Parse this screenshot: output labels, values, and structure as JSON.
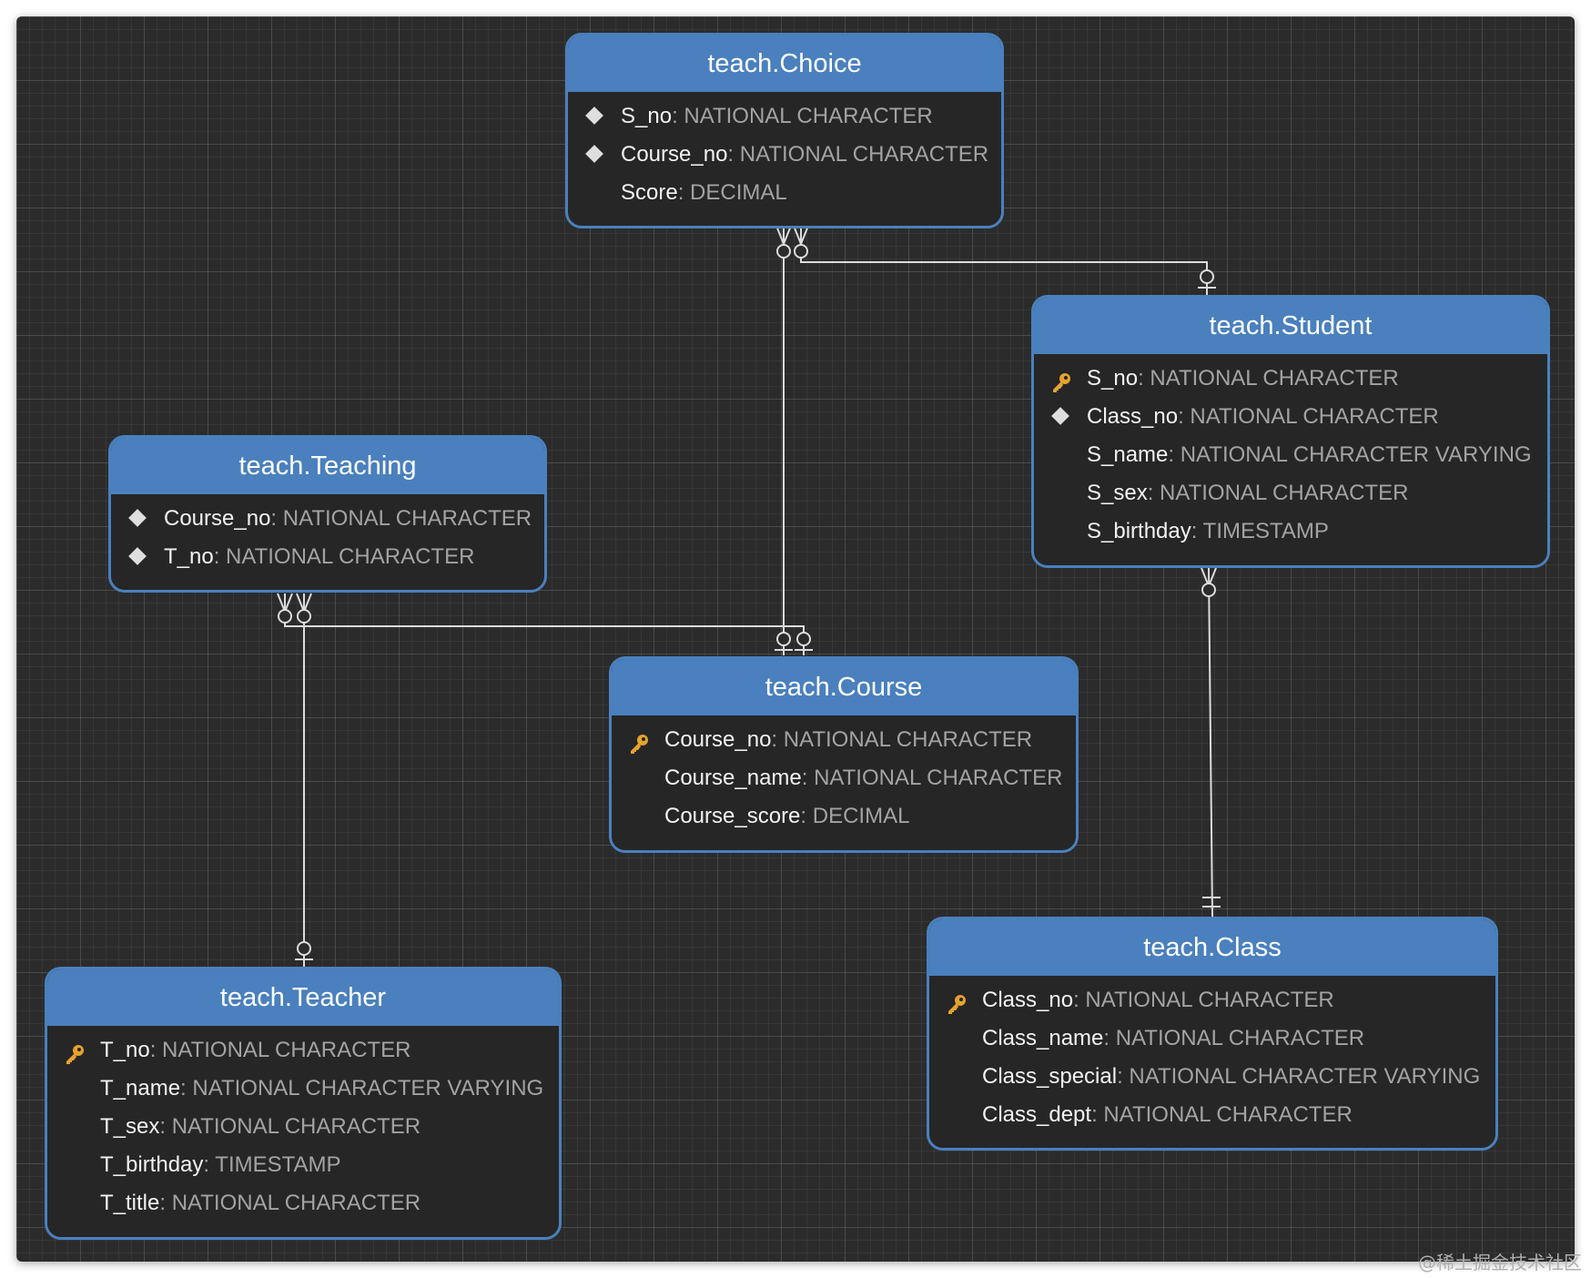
{
  "colors": {
    "header": "#4a80bd",
    "body": "#262626",
    "canvas": "#2b2b2b",
    "field_name": "#f2f2f2",
    "field_type": "#a3a3a3",
    "connector": "#dcdcdc",
    "key_icon": "#e5a22f"
  },
  "entities": {
    "choice": {
      "title": "teach.Choice",
      "fields": [
        {
          "name": "S_no",
          "type": ": NATIONAL CHARACTER",
          "icon": "diamond-icon"
        },
        {
          "name": "Course_no",
          "type": ": NATIONAL CHARACTER",
          "icon": "diamond-icon"
        },
        {
          "name": "Score",
          "type": ": DECIMAL",
          "icon": ""
        }
      ]
    },
    "student": {
      "title": "teach.Student",
      "fields": [
        {
          "name": "S_no",
          "type": ": NATIONAL CHARACTER",
          "icon": "key-icon"
        },
        {
          "name": "Class_no",
          "type": ": NATIONAL CHARACTER",
          "icon": "diamond-icon"
        },
        {
          "name": "S_name",
          "type": ": NATIONAL CHARACTER VARYING",
          "icon": ""
        },
        {
          "name": "S_sex",
          "type": ": NATIONAL CHARACTER",
          "icon": ""
        },
        {
          "name": "S_birthday",
          "type": ": TIMESTAMP",
          "icon": ""
        }
      ]
    },
    "teaching": {
      "title": "teach.Teaching",
      "fields": [
        {
          "name": "Course_no",
          "type": ": NATIONAL CHARACTER",
          "icon": "diamond-icon"
        },
        {
          "name": "T_no",
          "type": ": NATIONAL CHARACTER",
          "icon": "diamond-icon"
        }
      ]
    },
    "course": {
      "title": "teach.Course",
      "fields": [
        {
          "name": "Course_no",
          "type": ": NATIONAL CHARACTER",
          "icon": "key-icon"
        },
        {
          "name": "Course_name",
          "type": ": NATIONAL CHARACTER",
          "icon": ""
        },
        {
          "name": "Course_score",
          "type": ": DECIMAL",
          "icon": ""
        }
      ]
    },
    "teacher": {
      "title": "teach.Teacher",
      "fields": [
        {
          "name": "T_no",
          "type": ": NATIONAL CHARACTER",
          "icon": "key-icon"
        },
        {
          "name": "T_name",
          "type": ": NATIONAL CHARACTER VARYING",
          "icon": ""
        },
        {
          "name": "T_sex",
          "type": ": NATIONAL CHARACTER",
          "icon": ""
        },
        {
          "name": "T_birthday",
          "type": ": TIMESTAMP",
          "icon": ""
        },
        {
          "name": "T_title",
          "type": ": NATIONAL CHARACTER",
          "icon": ""
        }
      ]
    },
    "class": {
      "title": "teach.Class",
      "fields": [
        {
          "name": "Class_no",
          "type": ": NATIONAL CHARACTER",
          "icon": "key-icon"
        },
        {
          "name": "Class_name",
          "type": ": NATIONAL CHARACTER",
          "icon": ""
        },
        {
          "name": "Class_special",
          "type": ": NATIONAL CHARACTER VARYING",
          "icon": ""
        },
        {
          "name": "Class_dept",
          "type": ": NATIONAL CHARACTER",
          "icon": ""
        }
      ]
    }
  },
  "relationships": [
    {
      "from": "teach.Choice",
      "to": "teach.Student",
      "from_cardinality": "zero-or-many",
      "to_cardinality": "zero-or-one"
    },
    {
      "from": "teach.Choice",
      "to": "teach.Course",
      "from_cardinality": "zero-or-many",
      "to_cardinality": "zero-or-one"
    },
    {
      "from": "teach.Teaching",
      "to": "teach.Course",
      "from_cardinality": "zero-or-many",
      "to_cardinality": "zero-or-one"
    },
    {
      "from": "teach.Teaching",
      "to": "teach.Teacher",
      "from_cardinality": "zero-or-many",
      "to_cardinality": "zero-or-one"
    },
    {
      "from": "teach.Student",
      "to": "teach.Class",
      "from_cardinality": "zero-or-many",
      "to_cardinality": "exactly-one"
    }
  ],
  "watermark": "@稀土掘金技术社区"
}
